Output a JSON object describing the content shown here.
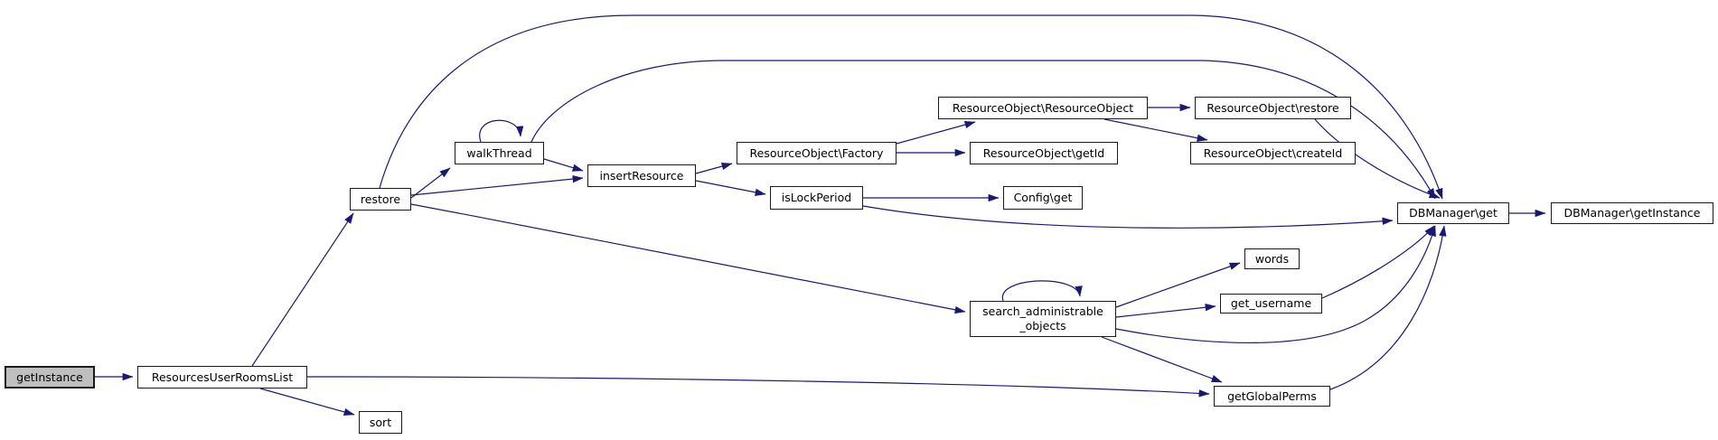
{
  "diagram": {
    "type": "call-graph",
    "background_color": "#ffffff",
    "edge_color": "#191970",
    "node_border_color": "#1a1a1a",
    "node_fill_color": "#ffffff",
    "highlight_fill_color": "#bfbfbf",
    "nodes": [
      {
        "id": "getInstance",
        "label": "getInstance",
        "highlighted": true
      },
      {
        "id": "ResourcesUserRoomsList",
        "label": "ResourcesUserRoomsList",
        "highlighted": false
      },
      {
        "id": "sort",
        "label": "sort",
        "highlighted": false
      },
      {
        "id": "restore",
        "label": "restore",
        "highlighted": false
      },
      {
        "id": "walkThread",
        "label": "walkThread",
        "highlighted": false
      },
      {
        "id": "insertResource",
        "label": "insertResource",
        "highlighted": false
      },
      {
        "id": "ResourceObjectFactory",
        "label": "ResourceObject\\Factory",
        "highlighted": false
      },
      {
        "id": "ResourceObjectResourceObject",
        "label": "ResourceObject\\ResourceObject",
        "highlighted": false
      },
      {
        "id": "ResourceObjectRestore",
        "label": "ResourceObject\\restore",
        "highlighted": false
      },
      {
        "id": "ResourceObjectGetId",
        "label": "ResourceObject\\getId",
        "highlighted": false
      },
      {
        "id": "ResourceObjectCreateId",
        "label": "ResourceObject\\createId",
        "highlighted": false
      },
      {
        "id": "isLockPeriod",
        "label": "isLockPeriod",
        "highlighted": false
      },
      {
        "id": "ConfigGet",
        "label": "Config\\get",
        "highlighted": false
      },
      {
        "id": "DBManagerGet",
        "label": "DBManager\\get",
        "highlighted": false
      },
      {
        "id": "DBManagerGetInstance",
        "label": "DBManager\\getInstance",
        "highlighted": false
      },
      {
        "id": "words",
        "label": "words",
        "highlighted": false
      },
      {
        "id": "get_username",
        "label": "get_username",
        "highlighted": false
      },
      {
        "id": "search_administrable_objects",
        "label": "search_administrable\n_objects",
        "highlighted": false
      },
      {
        "id": "getGlobalPerms",
        "label": "getGlobalPerms",
        "highlighted": false
      }
    ],
    "edges": [
      {
        "from": "getInstance",
        "to": "ResourcesUserRoomsList"
      },
      {
        "from": "ResourcesUserRoomsList",
        "to": "restore"
      },
      {
        "from": "ResourcesUserRoomsList",
        "to": "sort"
      },
      {
        "from": "ResourcesUserRoomsList",
        "to": "getGlobalPerms"
      },
      {
        "from": "restore",
        "to": "walkThread"
      },
      {
        "from": "restore",
        "to": "insertResource"
      },
      {
        "from": "restore",
        "to": "search_administrable_objects"
      },
      {
        "from": "restore",
        "to": "DBManagerGet"
      },
      {
        "from": "walkThread",
        "to": "walkThread",
        "self_loop": true
      },
      {
        "from": "walkThread",
        "to": "insertResource"
      },
      {
        "from": "walkThread",
        "to": "DBManagerGet"
      },
      {
        "from": "insertResource",
        "to": "ResourceObjectFactory"
      },
      {
        "from": "insertResource",
        "to": "isLockPeriod"
      },
      {
        "from": "ResourceObjectFactory",
        "to": "ResourceObjectResourceObject"
      },
      {
        "from": "ResourceObjectFactory",
        "to": "ResourceObjectGetId"
      },
      {
        "from": "ResourceObjectResourceObject",
        "to": "ResourceObjectRestore"
      },
      {
        "from": "ResourceObjectResourceObject",
        "to": "ResourceObjectCreateId"
      },
      {
        "from": "ResourceObjectRestore",
        "to": "DBManagerGet"
      },
      {
        "from": "isLockPeriod",
        "to": "ConfigGet"
      },
      {
        "from": "isLockPeriod",
        "to": "DBManagerGet"
      },
      {
        "from": "search_administrable_objects",
        "to": "search_administrable_objects",
        "self_loop": true
      },
      {
        "from": "search_administrable_objects",
        "to": "words"
      },
      {
        "from": "search_administrable_objects",
        "to": "get_username"
      },
      {
        "from": "search_administrable_objects",
        "to": "getGlobalPerms"
      },
      {
        "from": "search_administrable_objects",
        "to": "DBManagerGet"
      },
      {
        "from": "get_username",
        "to": "DBManagerGet"
      },
      {
        "from": "getGlobalPerms",
        "to": "DBManagerGet"
      },
      {
        "from": "DBManagerGet",
        "to": "DBManagerGetInstance"
      }
    ]
  }
}
